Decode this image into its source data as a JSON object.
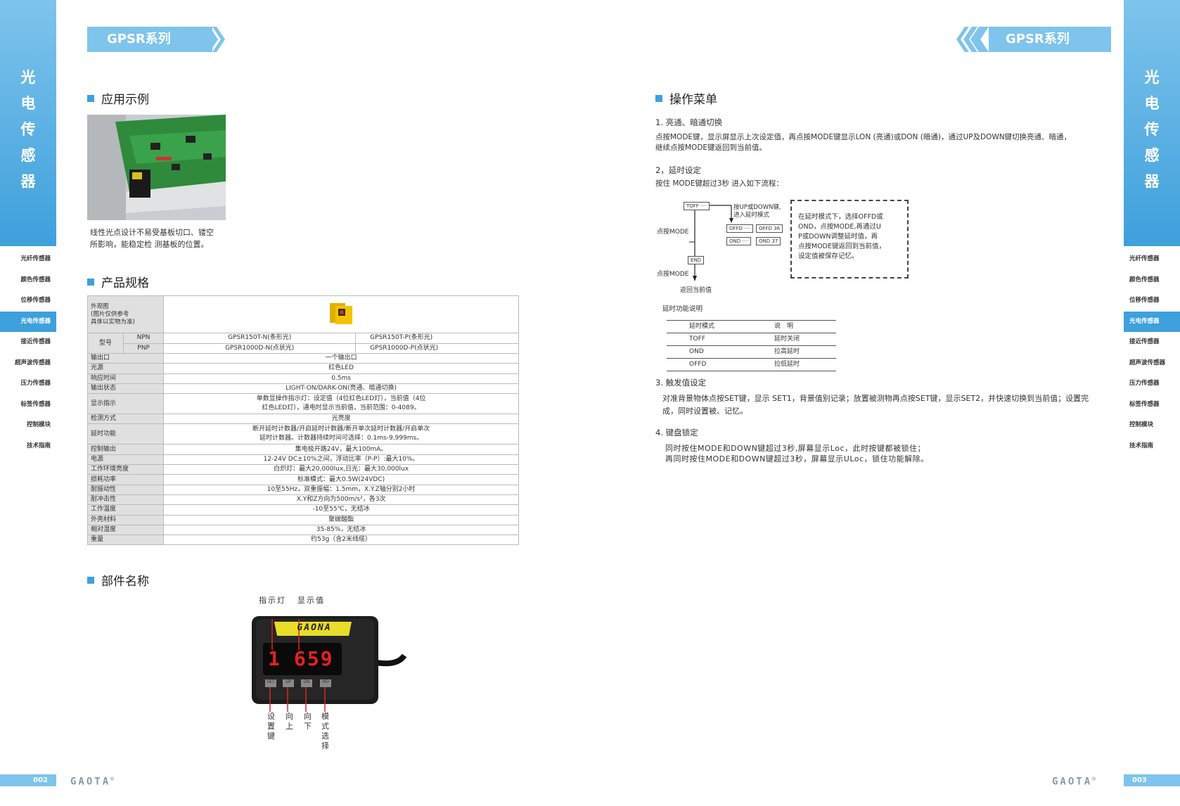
{
  "header": {
    "series_label": "GPSR系列"
  },
  "sidebar": {
    "title_chars": [
      "光",
      "电",
      "传",
      "感",
      "器"
    ],
    "items": [
      "光纤传感器",
      "颜色传感器",
      "位移传感器",
      "光电传感器",
      "接近传感器",
      "超声波传感器",
      "压力传感器",
      "标签传感器",
      "控制模块",
      "技术指南"
    ],
    "active_index": 3,
    "accent_color": "#3ea0dc"
  },
  "pages": {
    "left": "002",
    "right": "003"
  },
  "brand": {
    "logo": "GAOTA",
    "reg": "®"
  },
  "left": {
    "application": {
      "title": "应用示例",
      "text_lines": [
        "线性光点设计不易受基板切口、镂空",
        "所影响，能稳定检 测基板的位置。"
      ]
    },
    "spec": {
      "title": "产品规格",
      "appearance_label": [
        "外观图",
        "(图片仅供参考",
        "具体以实物为准)"
      ],
      "model_label": "型号",
      "npn": "NPN",
      "pnp": "PNP",
      "npn_a": "GPSR150T-N(条形光)",
      "npn_b": "GPSR150T-P(条形光)",
      "pnp_a": "GPSR1000D-N(点状光)",
      "pnp_b": "GPSR1000D-P(点状光)",
      "rows": [
        {
          "label": "输出口",
          "value": "一个输出口"
        },
        {
          "label": "光源",
          "value": "红色LED"
        },
        {
          "label": "响应时间",
          "value": "0.5ms"
        },
        {
          "label": "输出状态",
          "value": "LIGHT-ON/DARK-ON(亮通、暗通切换)"
        },
        {
          "label": "显示指示",
          "value": "单数显操作指示灯：设定值（4位红色LED灯），当前值（4位",
          "value2": "红色LED灯），通电时显示当前值，当前范围：0-4089。"
        },
        {
          "label": "检测方式",
          "value": "光亮度"
        },
        {
          "label": "延时功能",
          "value": "断开延时计数器/开启延时计数器/断开单次延时计数器/开启单次",
          "value2": "延时计数器。计数器持续时间可选择：0.1ms-9,999ms。"
        },
        {
          "label": "控制输出",
          "value": "集电极开路24V，最大100mA。"
        },
        {
          "label": "电源",
          "value": "12-24V DC±10%之间，浮动比率（P-P）:最大10%。"
        },
        {
          "label": "工作环境亮度",
          "value": "白炽灯：最大20,000lux,日光：最大30,000lux"
        },
        {
          "label": "损耗功率",
          "value": "标准模式：最大0.5W(24VDC)"
        },
        {
          "label": "耐振动性",
          "value": "10至55Hz，双重振幅：1.5mm，X.Y.Z轴分别2小时"
        },
        {
          "label": "耐冲击性",
          "value": "X.Y和Z方向为500m/s²，各3次"
        },
        {
          "label": "工作温度",
          "value": "-10至55℃，无结冰"
        },
        {
          "label": "外壳材料",
          "value": "聚碳酸酯"
        },
        {
          "label": "相对湿度",
          "value": "35-85%，无结冰"
        },
        {
          "label": "重量",
          "value": "约53g（含2米线缆）"
        }
      ]
    },
    "parts": {
      "title": "部件名称",
      "top_labels": [
        "指示灯",
        "显示值"
      ],
      "device_brand": "GAONA",
      "display_digit": "1",
      "display_value": "659",
      "button_labels": [
        "SET",
        "UP",
        "DN",
        "MD"
      ],
      "bottom_labels": [
        "设置键",
        "向上",
        "向下",
        "模式选择"
      ]
    }
  },
  "right": {
    "title": "操作菜单",
    "s1": {
      "heading": "1. 亮通、暗通切换",
      "lines": [
        "点按MODE键，显示屏显示上次设定值，再点按MODE键显示LON (亮通)或DON (暗通)，通过UP及DOWN键切换亮通、暗通，",
        "继续点按MODE键返回到当前值。"
      ]
    },
    "s2": {
      "heading": "2，延时设定",
      "intro": "按住 MODE键超过3秒 进入如下流程：",
      "flow": {
        "toff": "TOFF ····",
        "offd": "OFFD ····",
        "ond": "OND ····",
        "offd36": "OFFD 36",
        "ond37": "OND  37",
        "end": "END",
        "press_mode_1": "点按MODE",
        "press_mode_2": "点按MODE",
        "return": "返回当前值",
        "updown": [
          "按UP或DOWN键,",
          "进入延时模式"
        ],
        "note": [
          "在延时模式下，选择OFFD或",
          "OND，点按MODE,再通过U",
          "P或DOWN调整延时值，再",
          "点按MODE键返回到当前值，",
          "设定值被保存记忆。"
        ]
      },
      "table_title": "延时功能说明",
      "table_header": [
        "延时模式",
        "说　明"
      ],
      "table_rows": [
        [
          "TOFF",
          "延时关闭"
        ],
        [
          "OND",
          "拉高延时"
        ],
        [
          "OFFD",
          "拉低延时"
        ]
      ]
    },
    "s3": {
      "heading": "3. 触发值设定",
      "lines": [
        "对准背景物体点按SET键，显示 SET1，背景值别记录；放置被测物再点按SET键，显示SET2，并快速切换到当前值；设置完",
        "成，同时设置被、记忆。"
      ]
    },
    "s4": {
      "heading": "4. 键盘锁定",
      "lines": [
        "同时按住MODE和DOWN键超过3秒,屏幕显示Loc，此时按键都被锁住；",
        "再同时按住MODE和DOWN键超过3秒，屏幕显示ULoc，锁住功能解除。"
      ]
    }
  }
}
